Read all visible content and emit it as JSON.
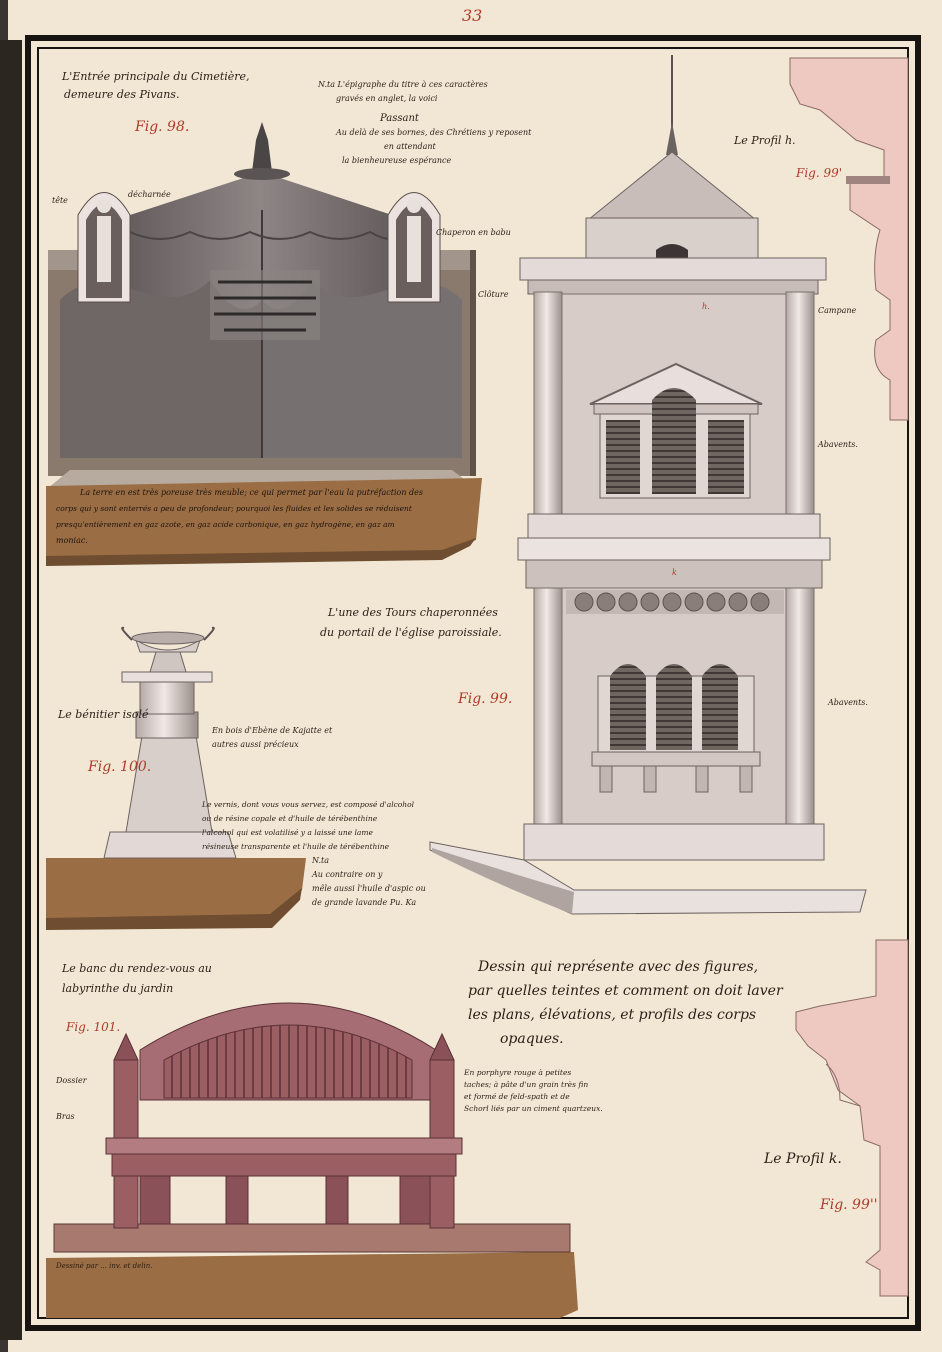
{
  "page_number": "33",
  "colors": {
    "paper": "#f1e7d4",
    "frame": "#181412",
    "ink": "#2a1e16",
    "red_ink": "#b03a2a",
    "ground": "#9a6d44",
    "drapery": "#7b7473",
    "stone": "#d8ccc8",
    "bench": "#8a5258",
    "profile_pink": "#eec9c2"
  },
  "fig98": {
    "title_line1": "L'Entrée principale du Cimetière,",
    "title_line2": "demeure des Pivans.",
    "fig_label": "Fig. 98.",
    "label_tete": "tête",
    "label_decharnee": "décharnée",
    "label_chaperon": "Chaperon en babu",
    "label_cloture": "Clôture",
    "epigraph_note_line1": "N.ta L'épigraphe du titre à ces caractères",
    "epigraph_note_line2": "gravés en anglet, la voici",
    "epigraph_line1": "Passant",
    "epigraph_line2": "Au delà de ses bornes, des Chrétiens y reposent",
    "epigraph_line3": "en attendant",
    "epigraph_line4": "la bienheureuse espérance",
    "caption_line1": "La terre en est très poreuse très meuble; ce qui permet par l'eau la putréfaction des",
    "caption_line2": "corps qui y sont enterrés a peu de profondeur; pourquoi les fluides et les solides se réduisent",
    "caption_line3": "presqu'entièrement en gaz azote, en gaz acide carbonique, en gaz hydrogène, en gaz am",
    "caption_line4": "moniac."
  },
  "fig99": {
    "title_line1": "L'une des Tours chaperonnées",
    "title_line2": "du portail de l'église paroissiale.",
    "fig_label": "Fig. 99.",
    "label_h": "h.",
    "label_k": "k",
    "label_campane": "Campane",
    "label_abavent1": "Abavents.",
    "label_abavent2": "Abavents.",
    "profile_h_title": "Le Profil h.",
    "profile_h_fig": "Fig. 99'",
    "profile_k_title": "Le Profil k.",
    "profile_k_fig": "Fig. 99''"
  },
  "fig100": {
    "title": "Le bénitier isolé",
    "fig_label": "Fig. 100.",
    "material_line1": "En bois d'Ebène de Kajatte et",
    "material_line2": "autres aussi précieux",
    "varnish_line1": "Le vernis, dont vous vous servez, est composé d'alcohol",
    "varnish_line2": "ou de résine copale et d'huile de térébenthine",
    "varnish_line3": "l'alcohol qui est volatilisé y a laissé une lame",
    "varnish_line4": "résineuse transparente et l'huile de térébenthine",
    "note_label": "N.ta",
    "note_line1": "Au contraire on y",
    "note_line2": "mêle aussi l'huile d'aspic ou",
    "note_line3": "de grande lavande Pu. Ka"
  },
  "fig101": {
    "title_line1": "Le banc du rendez-vous au",
    "title_line2": "labyrinthe du jardin",
    "fig_label": "Fig. 101.",
    "label_dossier": "Dossier",
    "label_bras": "Bras",
    "material_line1": "En porphyre rouge à petites",
    "material_line2": "taches; à pâte d'un grain très fin",
    "material_line3": "et formé de feld-spath et de",
    "material_line4": "Schorl liés par un ciment quartzeux.",
    "signature": "Dessiné par ... inv. et delin."
  },
  "summary": {
    "line1": "Dessin qui représente avec des figures,",
    "line2": "par quelles teintes et comment on doit laver",
    "line3": "les plans, élévations, et profils des corps",
    "line4": "opaques."
  }
}
